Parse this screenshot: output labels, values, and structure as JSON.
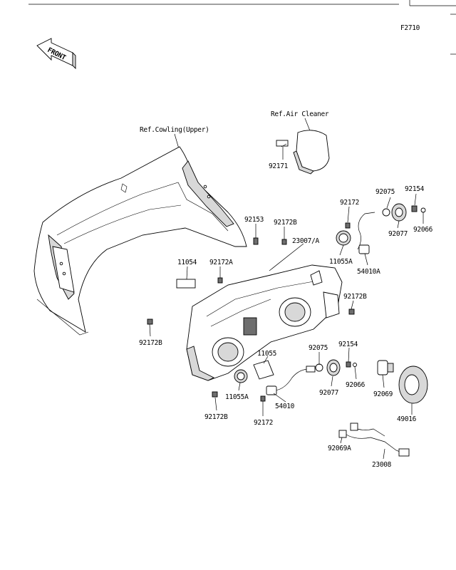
{
  "figure_id": "F2710",
  "front_label": "FRONT",
  "references": {
    "air_cleaner": "Ref.Air Cleaner",
    "cowling_upper": "Ref.Cowling(Upper)"
  },
  "parts": {
    "p92171": "92171",
    "p92075_top": "92075",
    "p92154_top": "92154",
    "p92172_top": "92172",
    "p92077_top": "92077",
    "p92066_top": "92066",
    "p92153": "92153",
    "p92172B_top": "92172B",
    "p23007A": "23007/A",
    "p11055A_top": "11055A",
    "p54010A": "54010A",
    "p11054": "11054",
    "p92172A": "92172A",
    "p92172B_right": "92172B",
    "p92172B_left": "92172B",
    "p92075_mid": "92075",
    "p92154_mid": "92154",
    "p11055": "11055",
    "p92077_mid": "92077",
    "p92066_mid": "92066",
    "p92069": "92069",
    "p49016": "49016",
    "p11055A_bot": "11055A",
    "p54010": "54010",
    "p92172B_bot": "92172B",
    "p92172_bot": "92172",
    "p92069A": "92069A",
    "p23008": "23008"
  }
}
